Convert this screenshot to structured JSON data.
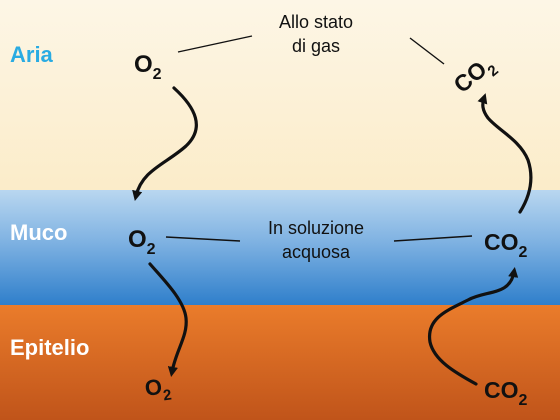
{
  "zones": {
    "air": "Aria",
    "mucus": "Muco",
    "epithelium": "Epitelio"
  },
  "notes": {
    "gas_line1": "Allo stato",
    "gas_line2": "di gas",
    "solution_line1": "In soluzione",
    "solution_line2": "acquosa"
  },
  "molecules": {
    "o2_base": "O",
    "co2_base": "CO",
    "subscript": "2"
  },
  "colors": {
    "air_top": "#fdf6e6",
    "air_bottom": "#fbeccb",
    "mucus_top": "#b7d5ef",
    "mucus_bottom": "#3a87cf",
    "epithelium_top": "#e97a2a",
    "epithelium_bottom": "#c3561a",
    "air_label": "#29abe2"
  }
}
